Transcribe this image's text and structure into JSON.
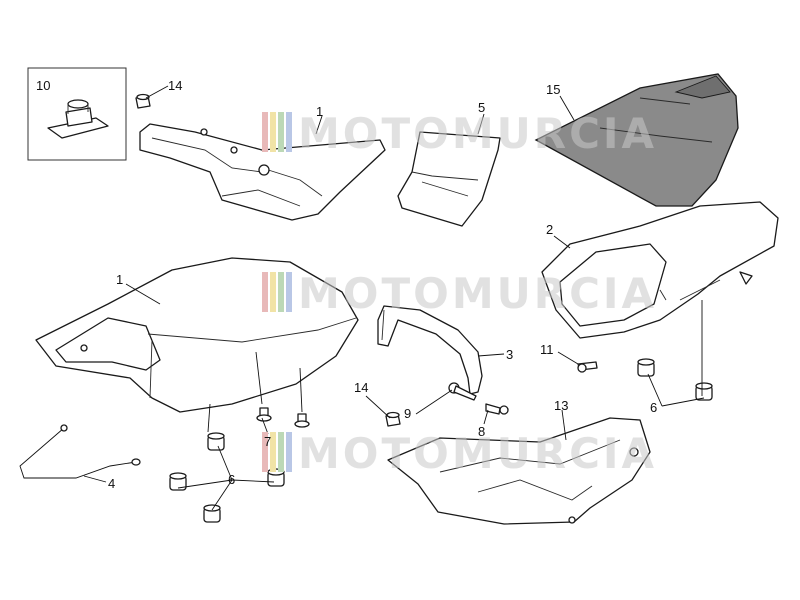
{
  "diagram": {
    "callouts": [
      "10",
      "14",
      "1",
      "5",
      "15",
      "2",
      "1",
      "3",
      "11",
      "6",
      "14",
      "9",
      "8",
      "13",
      "4",
      "7",
      "6"
    ],
    "watermark": "MOTOMURCIA",
    "colors": {
      "line": "#1a1a1a",
      "seat_cover_fill": "#8a8a8a",
      "watermark_text": "#c9c9c9",
      "watermark_stripes": [
        "#e8b9b9",
        "#f1e3a6",
        "#bcd8b6",
        "#b9c7e6"
      ]
    }
  }
}
